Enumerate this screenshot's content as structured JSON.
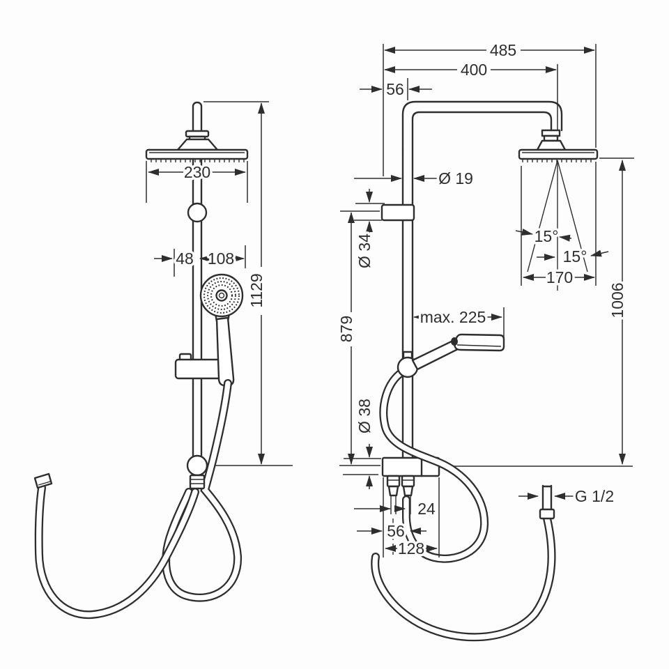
{
  "colors": {
    "line": "#2e2e2e",
    "background": "#fdfdfd"
  },
  "dims": {
    "front": {
      "head_width": "230",
      "wall_to_riser": "48",
      "riser_to_handshower": "108",
      "total_height": "1129"
    },
    "side": {
      "overall_reach": "485",
      "arm_reach": "400",
      "wall_offset": "56",
      "pipe_diameter": "Ø 19",
      "holder_diameter": "Ø 34",
      "rail_height": "879",
      "handshower_reach": "max. 225",
      "spray_angle_left": "15°",
      "spray_angle_right": "15°",
      "spray_width": "170",
      "head_mount_height": "1006",
      "escutcheon_diameter": "Ø 38",
      "port_spacing": "24",
      "port_offset": "56",
      "base_width": "128",
      "connection_thread": "G 1/2"
    }
  }
}
